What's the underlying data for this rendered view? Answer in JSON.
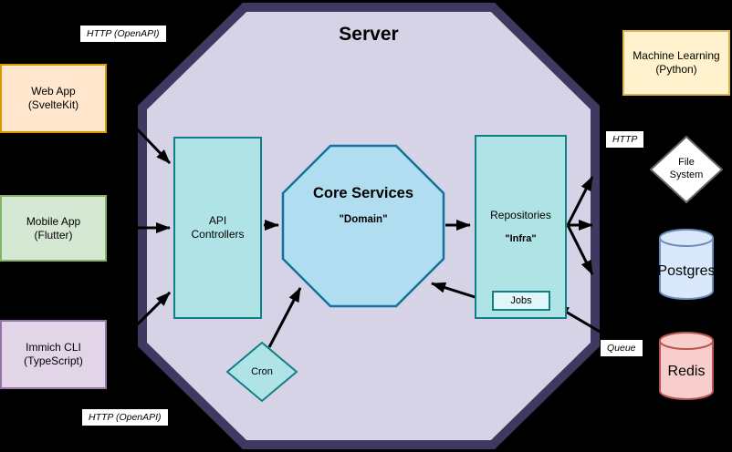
{
  "title": "Server",
  "edge_labels": {
    "http_openapi_top": "HTTP (OpenAPI)",
    "http_openapi_bottom": "HTTP (OpenAPI)",
    "http_right": "HTTP",
    "queue": "Queue"
  },
  "clients": {
    "web_app": {
      "name": "Web App",
      "tech": "(SvelteKit)"
    },
    "mobile_app": {
      "name": "Mobile App",
      "tech": "(Flutter)"
    },
    "immich_cli": {
      "name": "Immich CLI",
      "tech": "(TypeScript)"
    }
  },
  "server": {
    "api_controllers": "API Controllers",
    "core_services": {
      "name": "Core Services",
      "layer": "\"Domain\""
    },
    "repositories": {
      "name": "Repositories",
      "layer": "\"Infra\"",
      "jobs": "Jobs"
    },
    "cron": "Cron"
  },
  "external_right": {
    "machine_learning": {
      "name": "Machine Learning",
      "tech": "(Python)"
    },
    "file_system": {
      "line1": "File",
      "line2": "System"
    },
    "postgres": "Postgres",
    "redis": "Redis"
  },
  "colors": {
    "background": "#000000",
    "server_fill": "#d7d3e6",
    "server_border": "#3e3960",
    "teal_fill": "#b0e3e6",
    "teal_border": "#0e8088",
    "core_fill": "#b1ddf0",
    "core_border": "#10739e",
    "web_fill": "#ffe6cc",
    "web_border": "#d79b00",
    "mobile_fill": "#d5e8d4",
    "mobile_border": "#82b366",
    "cli_fill": "#e1d5e7",
    "cli_border": "#9673a6",
    "ml_fill": "#fff2cc",
    "ml_border": "#d6b656",
    "postgres_fill": "#dae8fc",
    "postgres_border": "#6c8ebf",
    "redis_fill": "#f8cecc",
    "redis_border": "#b85450",
    "arrow": "#000000"
  }
}
